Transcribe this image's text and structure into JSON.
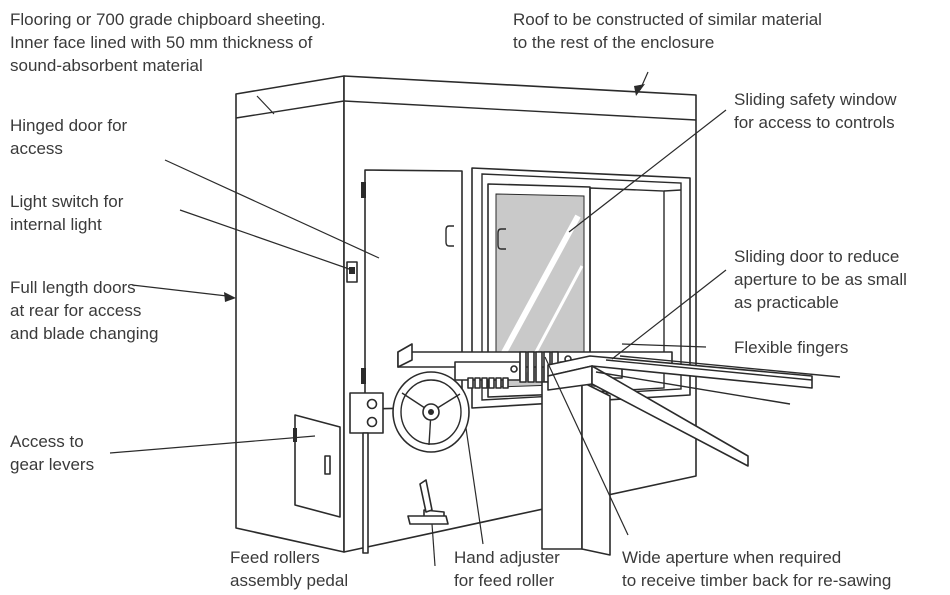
{
  "labels": {
    "flooring": [
      "Flooring or 700 grade chipboard sheeting.",
      "Inner face lined with 50 mm thickness of",
      "sound-absorbent material"
    ],
    "roof": [
      "Roof to be constructed of similar material",
      "to the rest of the enclosure"
    ],
    "hinged_door": [
      "Hinged door for",
      "access"
    ],
    "light_switch": [
      "Light switch for",
      "internal light"
    ],
    "full_length_doors": [
      "Full length doors",
      "at rear for access",
      "and blade changing"
    ],
    "access_gear": [
      "Access to",
      "gear levers"
    ],
    "sliding_window": [
      "Sliding safety window",
      "for access to controls"
    ],
    "sliding_door": [
      "Sliding door to reduce",
      "aperture to be as small",
      "as practicable"
    ],
    "flexible_fingers": [
      "Flexible fingers"
    ],
    "feed_rollers": [
      "Feed rollers",
      "assembly pedal"
    ],
    "hand_adjuster": [
      "Hand adjuster",
      "for feed roller"
    ],
    "wide_aperture": [
      "Wide aperture when required",
      "to receive timber back for re-sawing"
    ]
  }
}
